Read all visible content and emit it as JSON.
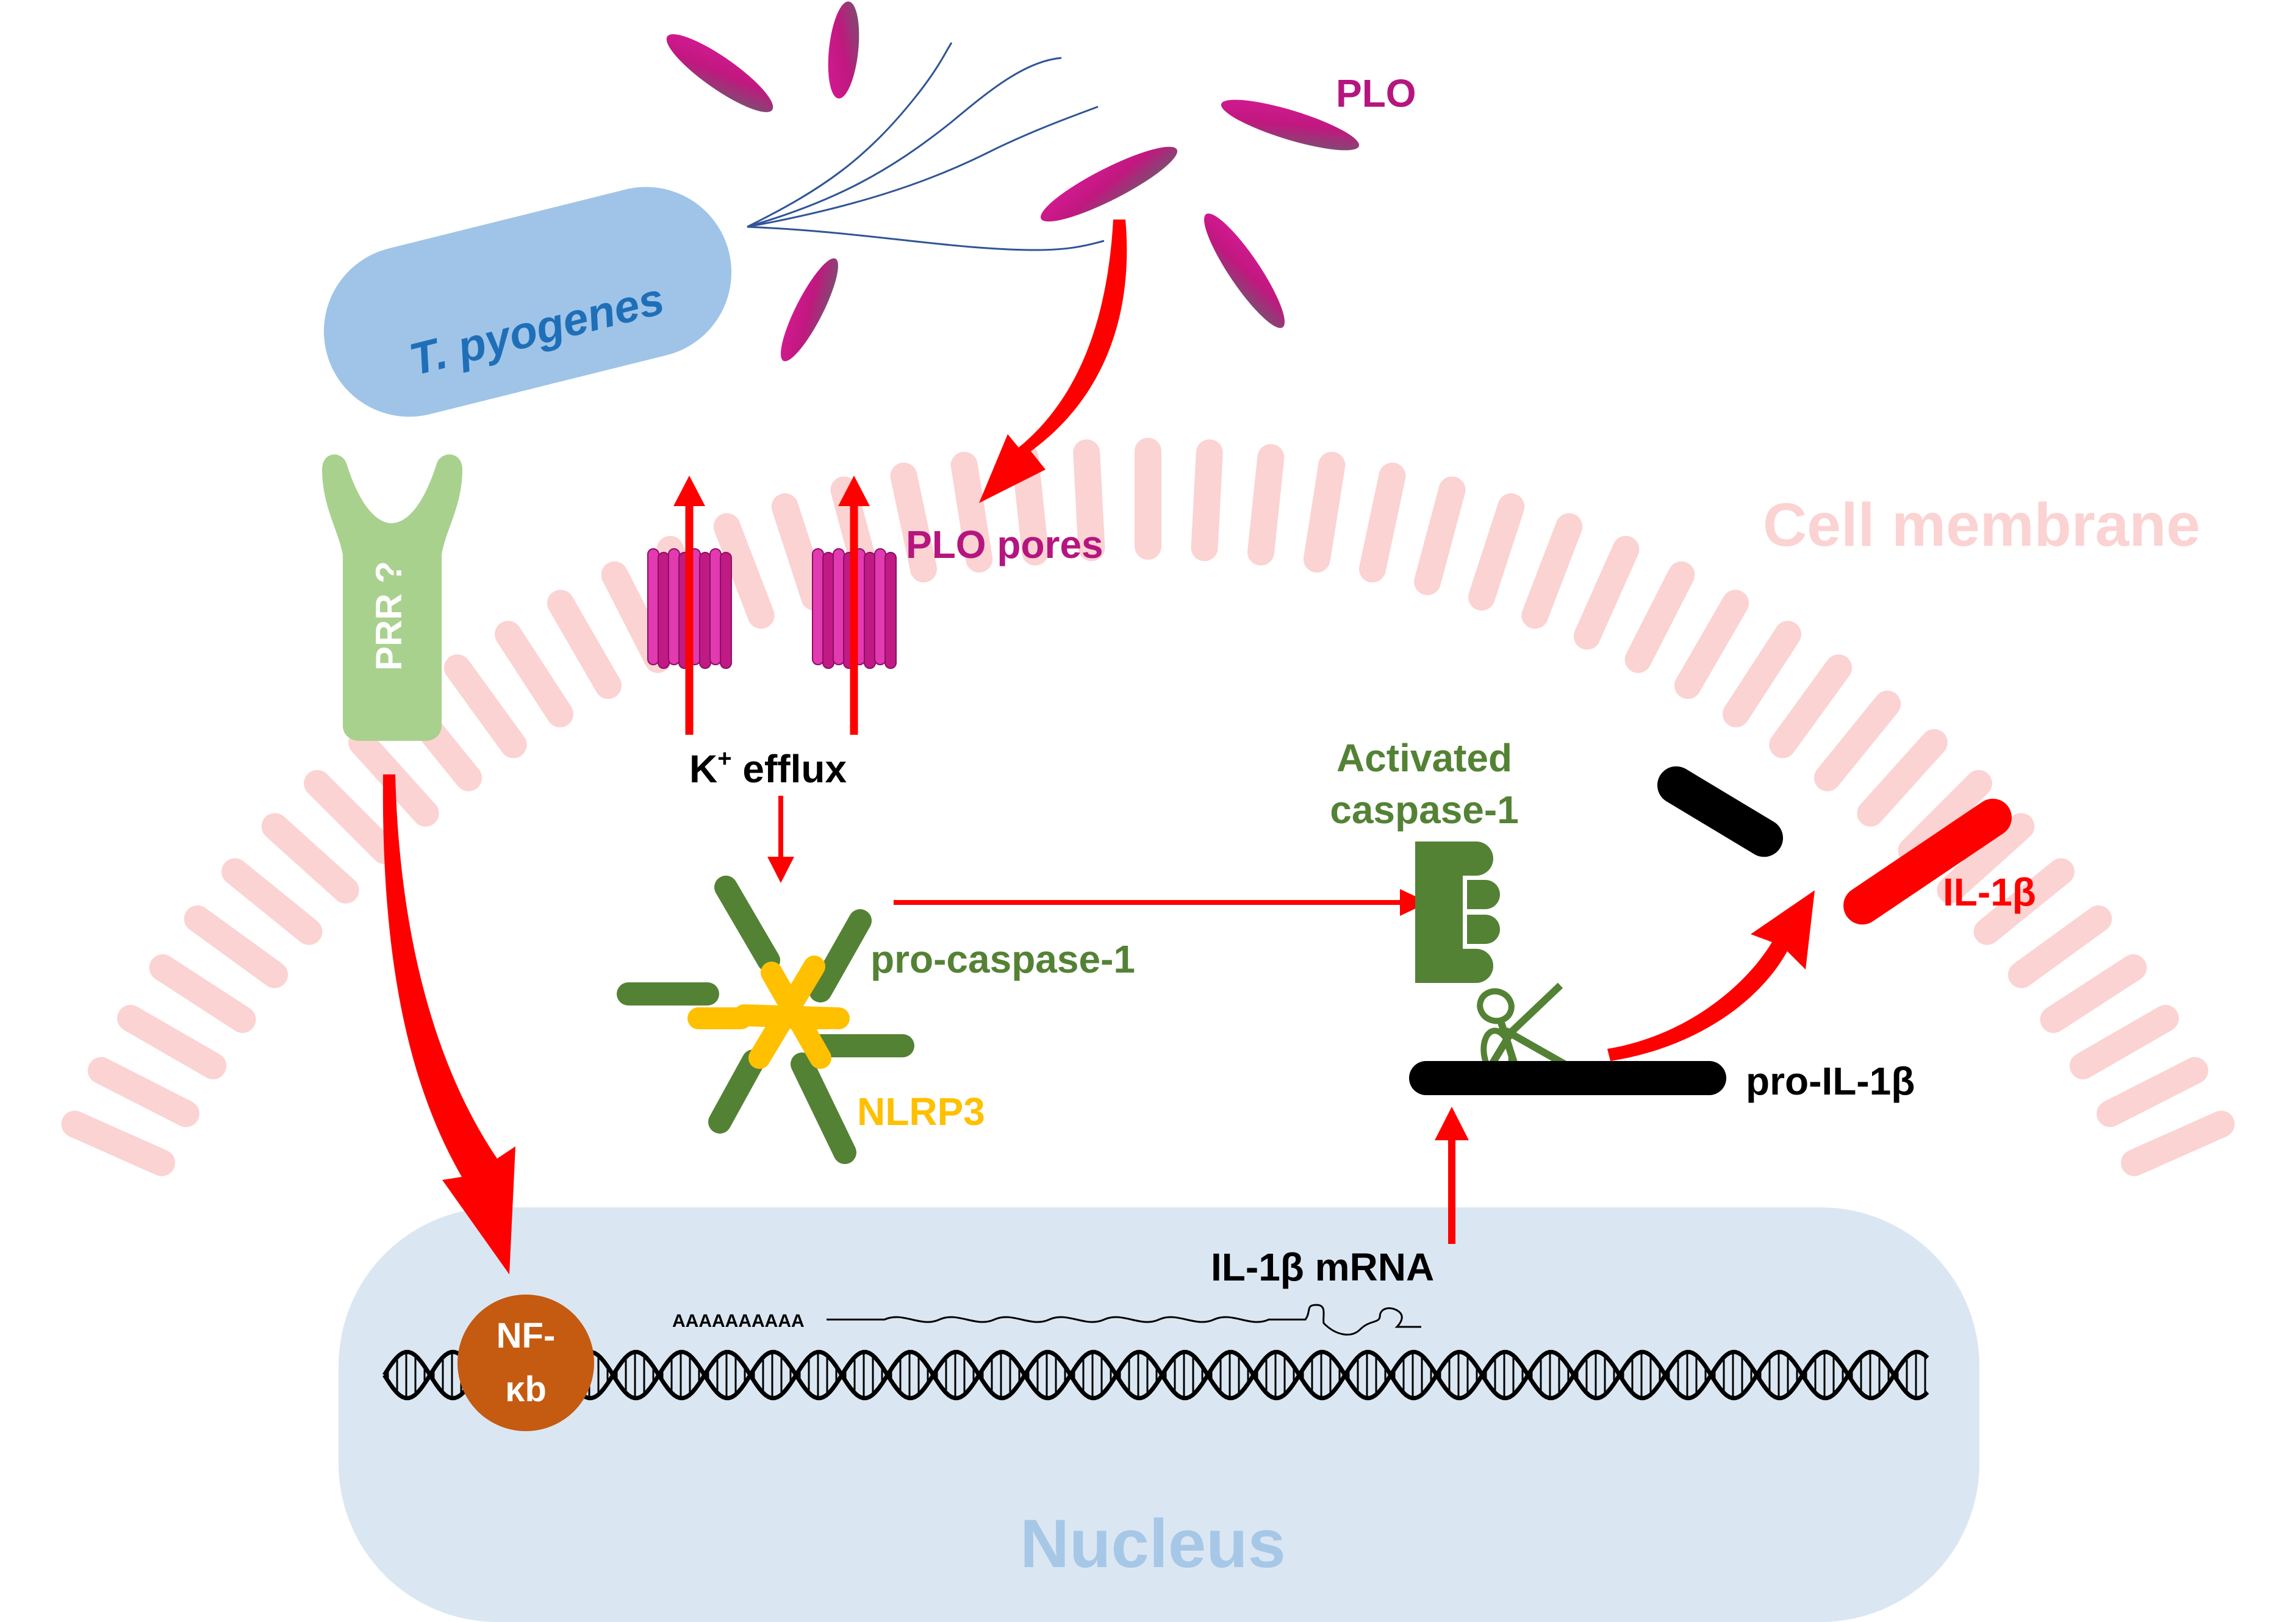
{
  "labels": {
    "bacterium": "T. pyogenes",
    "plo": "PLO",
    "plo_pores": "PLO pores",
    "cell_membrane": "Cell membrane",
    "prr": "PRR ?",
    "k_efflux_k": "K",
    "k_efflux_plus": "+",
    "k_efflux_rest": " efflux",
    "activated_caspase_line1": "Activated",
    "activated_caspase_line2": "caspase-1",
    "pro_caspase": "pro-caspase-1",
    "nlrp3": "NLRP3",
    "il1b": "IL-1β",
    "pro_il1b": "pro-IL-1β",
    "il1b_mrna": "IL-1β mRNA",
    "poly_a": "AAAAAAAAAA",
    "nfkb_line1": "NF-",
    "nfkb_line2": "κb",
    "nucleus": "Nucleus"
  },
  "colors": {
    "membrane": "#fbd3d2",
    "bacterium": "#9fc4e8",
    "bacterium_text": "#1f6fb8",
    "plo": "#b5157f",
    "arrow": "#ff0000",
    "prr": "#a9d18e",
    "nlrp3": "#ffc000",
    "caspase": "#548235",
    "nucleus": "#dae7f3",
    "nucleus_text": "#a7c7e7",
    "nfkb": "#c55a11",
    "black": "#000000"
  }
}
